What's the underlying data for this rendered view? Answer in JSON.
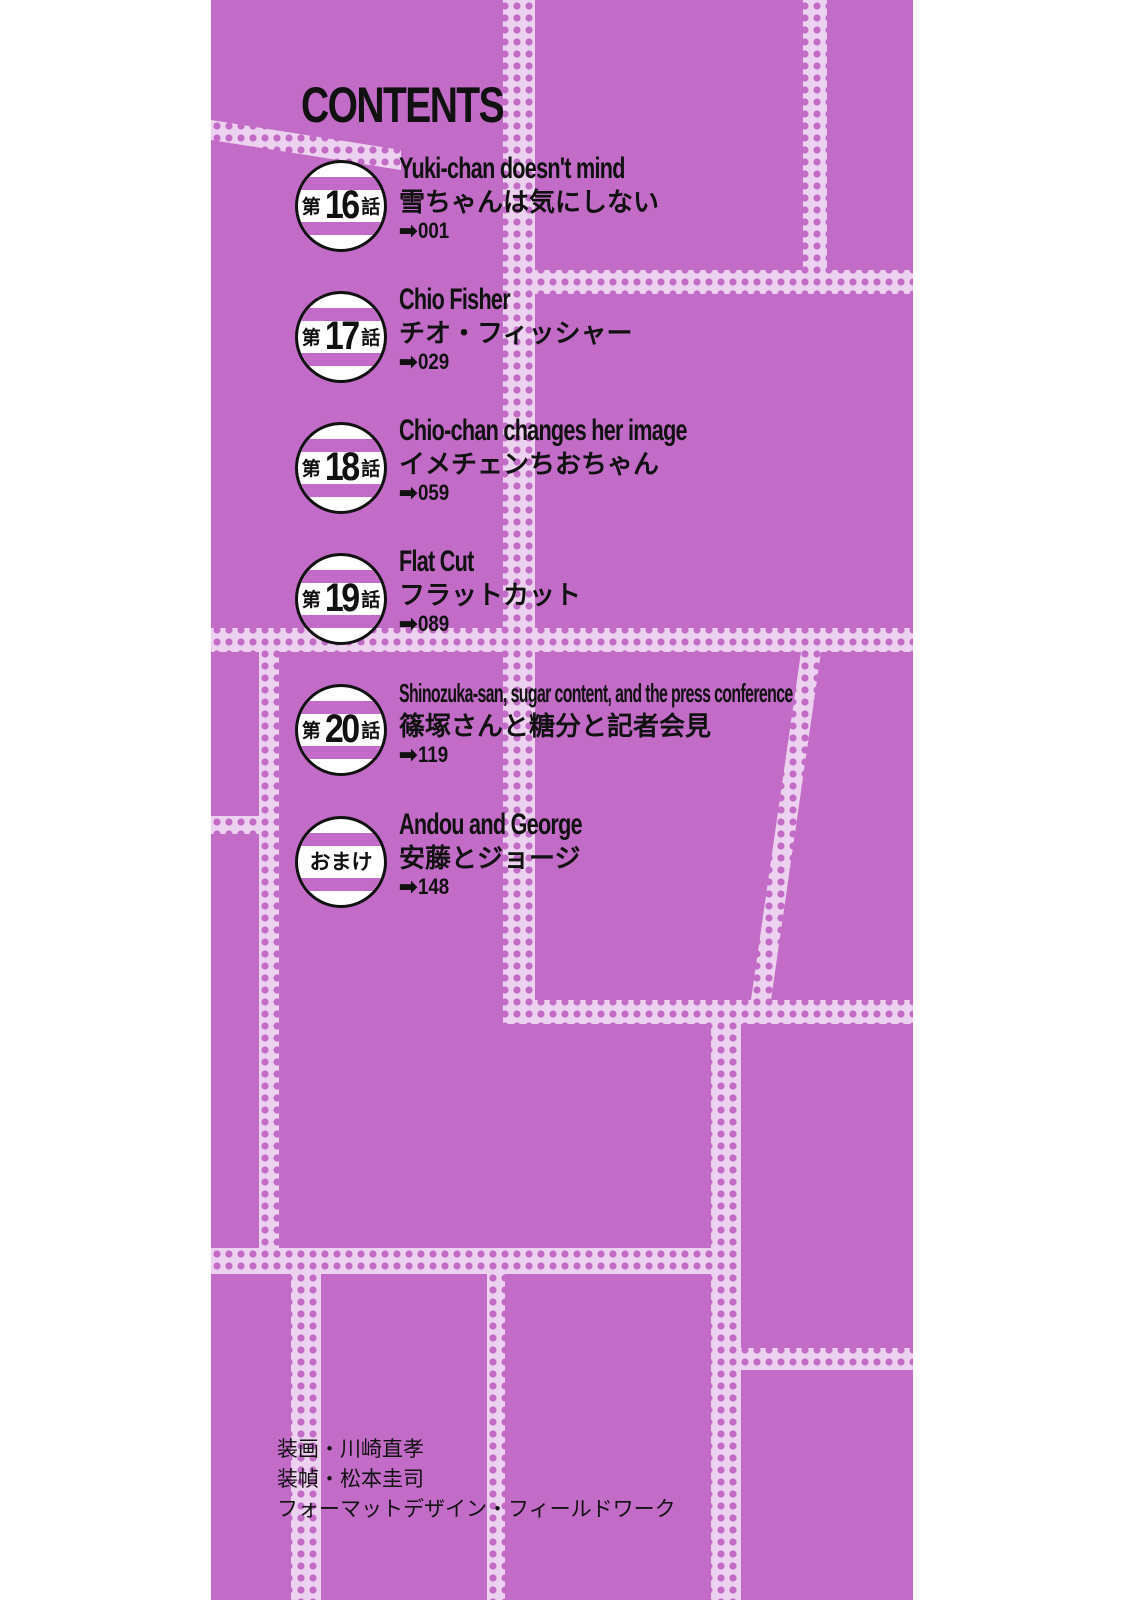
{
  "colors": {
    "page": "#c26cc8",
    "band": "#ecd2ee",
    "dot": "#c26cc8",
    "text": "#111111"
  },
  "title": "CONTENTS",
  "entries": [
    {
      "chapter_prefix": "第",
      "chapter_number": "16",
      "chapter_suffix": "話",
      "title_en": "Yuki-chan doesn't mind",
      "title_jp": "雪ちゃんは気にしない",
      "arrow": "➡",
      "page": "001"
    },
    {
      "chapter_prefix": "第",
      "chapter_number": "17",
      "chapter_suffix": "話",
      "title_en": "Chio Fisher",
      "title_jp": "チオ・フィッシャー",
      "arrow": "➡",
      "page": "029"
    },
    {
      "chapter_prefix": "第",
      "chapter_number": "18",
      "chapter_suffix": "話",
      "title_en": "Chio-chan changes her image",
      "title_jp": "イメチェンちおちゃん",
      "arrow": "➡",
      "page": "059"
    },
    {
      "chapter_prefix": "第",
      "chapter_number": "19",
      "chapter_suffix": "話",
      "title_en": "Flat Cut",
      "title_jp": "フラットカット",
      "arrow": "➡",
      "page": "089"
    },
    {
      "chapter_prefix": "第",
      "chapter_number": "20",
      "chapter_suffix": "話",
      "title_en": "Shinozuka-san, sugar content, and the press conference",
      "title_jp": "篠塚さんと糖分と記者会見",
      "arrow": "➡",
      "page": "119"
    },
    {
      "badge_label": "おまけ",
      "title_en": "Andou and George",
      "title_jp": "安藤とジョージ",
      "arrow": "➡",
      "page": "148"
    }
  ],
  "credits": [
    "装画・川崎直孝",
    "装幀・松本圭司",
    "フォーマットデザイン・フィールドワーク"
  ]
}
